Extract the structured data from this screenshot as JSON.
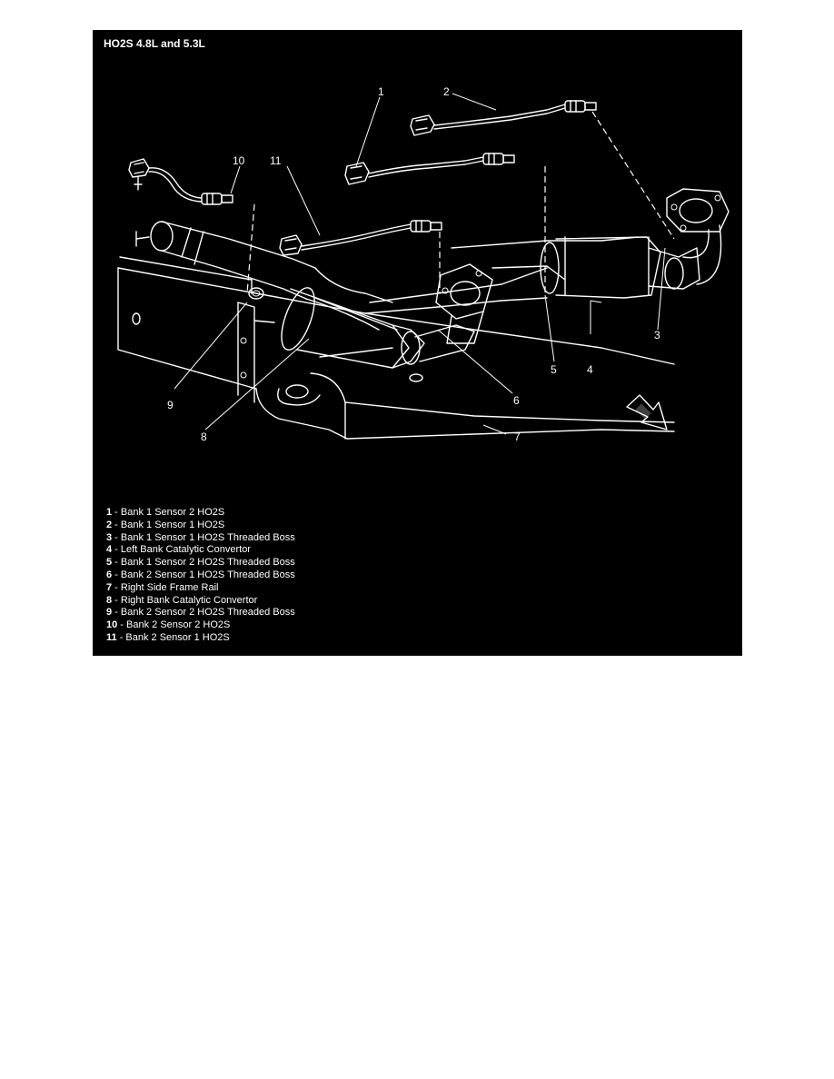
{
  "figure": {
    "title": "HO2S 4.8L and 5.3L",
    "callouts": [
      "1",
      "2",
      "3",
      "4",
      "5",
      "6",
      "7",
      "8",
      "9",
      "10",
      "11"
    ],
    "legend": [
      {
        "num": "1",
        "sep": " - ",
        "label": "Bank 1 Sensor 2 HO2S"
      },
      {
        "num": "2",
        "sep": " - ",
        "label": "Bank 1 Sensor 1 HO2S"
      },
      {
        "num": "3",
        "sep": " - ",
        "label": "Bank 1 Sensor 1 HO2S Threaded Boss"
      },
      {
        "num": "4",
        "sep": " - ",
        "label": "Left Bank Catalytic Convertor"
      },
      {
        "num": "5",
        "sep": " - ",
        "label": "Bank 1 Sensor 2 HO2S Threaded Boss"
      },
      {
        "num": "6",
        "sep": " - ",
        "label": "Bank 2 Sensor 1 HO2S Threaded Boss"
      },
      {
        "num": "7",
        "sep": " - ",
        "label": "Right Side Frame Rail"
      },
      {
        "num": "8",
        "sep": " - ",
        "label": "Right Bank Catalytic Convertor"
      },
      {
        "num": "9",
        "sep": " - ",
        "label": "Bank 2 Sensor 2 HO2S Threaded Boss"
      },
      {
        "num": "10",
        "sep": " - ",
        "label": "Bank 2 Sensor 2 HO2S"
      },
      {
        "num": "11",
        "sep": " - ",
        "label": "Bank 2 Sensor 1 HO2S"
      }
    ]
  },
  "colors": {
    "background": "#000000",
    "foreground": "#ffffff",
    "page": "#ffffff"
  },
  "icons": {
    "direction_arrow": "forward-arrow-icon"
  }
}
